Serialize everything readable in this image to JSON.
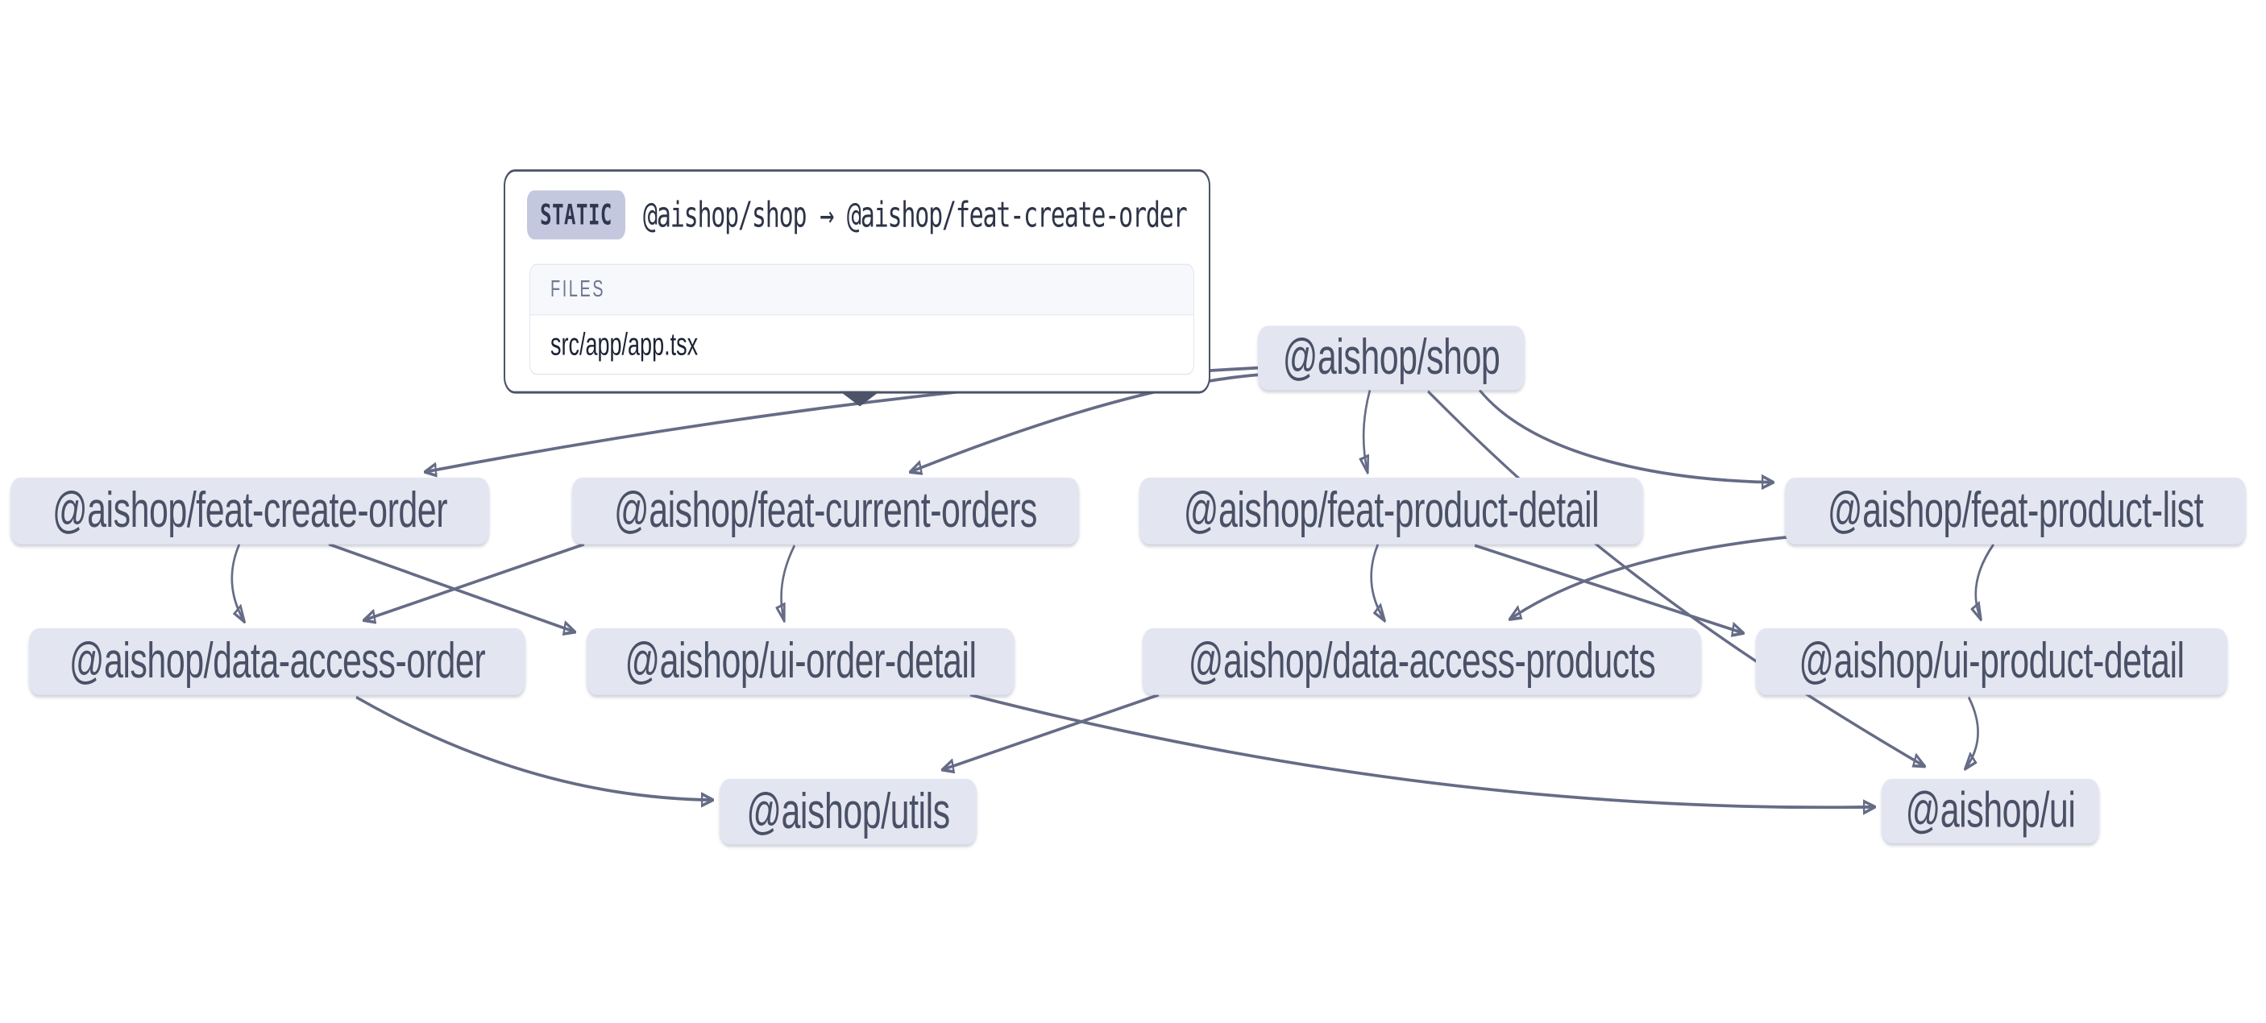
{
  "tooltip": {
    "type_label": "STATIC",
    "edge_label": "@aishop/shop → @aishop/feat-create-order",
    "files_header": "FILES",
    "files": [
      "src/app/app.tsx"
    ]
  },
  "graph": {
    "nodes": [
      {
        "id": "shop",
        "label": "@aishop/shop"
      },
      {
        "id": "feat-create-order",
        "label": "@aishop/feat-create-order"
      },
      {
        "id": "feat-current-orders",
        "label": "@aishop/feat-current-orders"
      },
      {
        "id": "feat-product-detail",
        "label": "@aishop/feat-product-detail"
      },
      {
        "id": "feat-product-list",
        "label": "@aishop/feat-product-list"
      },
      {
        "id": "data-access-order",
        "label": "@aishop/data-access-order"
      },
      {
        "id": "ui-order-detail",
        "label": "@aishop/ui-order-detail"
      },
      {
        "id": "data-access-products",
        "label": "@aishop/data-access-products"
      },
      {
        "id": "ui-product-detail",
        "label": "@aishop/ui-product-detail"
      },
      {
        "id": "utils",
        "label": "@aishop/utils"
      },
      {
        "id": "ui",
        "label": "@aishop/ui"
      }
    ],
    "edges": [
      {
        "source": "shop",
        "target": "feat-create-order",
        "type": "static",
        "hovered": true
      },
      {
        "source": "shop",
        "target": "feat-current-orders",
        "type": "static"
      },
      {
        "source": "shop",
        "target": "feat-product-detail",
        "type": "static"
      },
      {
        "source": "shop",
        "target": "feat-product-list",
        "type": "static"
      },
      {
        "source": "shop",
        "target": "ui",
        "type": "static"
      },
      {
        "source": "feat-create-order",
        "target": "data-access-order",
        "type": "static"
      },
      {
        "source": "feat-create-order",
        "target": "ui-order-detail",
        "type": "static"
      },
      {
        "source": "feat-current-orders",
        "target": "data-access-order",
        "type": "static"
      },
      {
        "source": "feat-current-orders",
        "target": "ui-order-detail",
        "type": "static"
      },
      {
        "source": "feat-product-detail",
        "target": "data-access-products",
        "type": "static"
      },
      {
        "source": "feat-product-detail",
        "target": "ui-product-detail",
        "type": "static"
      },
      {
        "source": "feat-product-list",
        "target": "data-access-products",
        "type": "static"
      },
      {
        "source": "feat-product-list",
        "target": "ui-product-detail",
        "type": "static"
      },
      {
        "source": "data-access-order",
        "target": "utils",
        "type": "static"
      },
      {
        "source": "data-access-products",
        "target": "utils",
        "type": "static"
      },
      {
        "source": "ui-order-detail",
        "target": "ui",
        "type": "static"
      },
      {
        "source": "ui-product-detail",
        "target": "ui",
        "type": "static"
      }
    ]
  },
  "colors": {
    "background": "#ffffff",
    "node_fill": "#e3e6f1",
    "node_text": "#4a5166",
    "edge_stroke": "#666c86",
    "arrowhead": "#565d77",
    "tooltip_border": "#4d5469",
    "badge_bg": "#c3c8de",
    "badge_text": "#2f3650",
    "files_header_text": "#6f7890",
    "file_text": "#1c2233"
  }
}
